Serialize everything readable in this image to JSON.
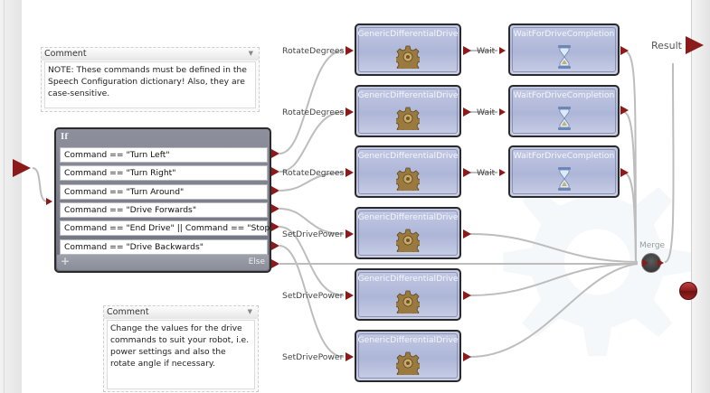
{
  "diagram": {
    "comments": [
      {
        "title": "Comment",
        "text": "NOTE: These commands must be defined in the Speech Configuration dictionary! Also, they are case-sensitive."
      },
      {
        "title": "Comment",
        "text": "Change the values for the drive commands to suit your robot, i.e. power settings and also the rotate angle if necessary."
      }
    ],
    "if_block": {
      "title": "If",
      "conditions": [
        "Command == \"Turn Left\"",
        "Command == \"Turn Right\"",
        "Command == \"Turn Around\"",
        "Command == \"Drive Forwards\"",
        "Command == \"End Drive\" || Command == \"Stop\"",
        "Command == \"Drive Backwards\""
      ],
      "add_label": "+",
      "else_label": "Else"
    },
    "drive_activities": [
      {
        "name": "GenericDifferentialDrive",
        "input": "RotateDegrees",
        "icon": "gear-icon"
      },
      {
        "name": "GenericDifferentialDrive",
        "input": "RotateDegrees",
        "icon": "gear-icon"
      },
      {
        "name": "GenericDifferentialDrive",
        "input": "RotateDegrees",
        "icon": "gear-icon"
      },
      {
        "name": "GenericDifferentialDrive",
        "input": "SetDrivePower",
        "icon": "gear-icon"
      },
      {
        "name": "GenericDifferentialDrive",
        "input": "SetDrivePower",
        "icon": "gear-icon"
      },
      {
        "name": "GenericDifferentialDrive",
        "input": "SetDrivePower",
        "icon": "gear-icon"
      }
    ],
    "wait_activities": [
      {
        "name": "WaitForDriveCompletion",
        "input": "Wait",
        "icon": "hourglass-icon"
      },
      {
        "name": "WaitForDriveCompletion",
        "input": "Wait",
        "icon": "hourglass-icon"
      },
      {
        "name": "WaitForDriveCompletion",
        "input": "Wait",
        "icon": "hourglass-icon"
      }
    ],
    "merge_label": "Merge",
    "result_label": "Result",
    "colors": {
      "pin": "#8b1a1a",
      "activity": "#b4bcdc",
      "if_block": "#7f828d",
      "wire": "#b8b8b8"
    }
  }
}
